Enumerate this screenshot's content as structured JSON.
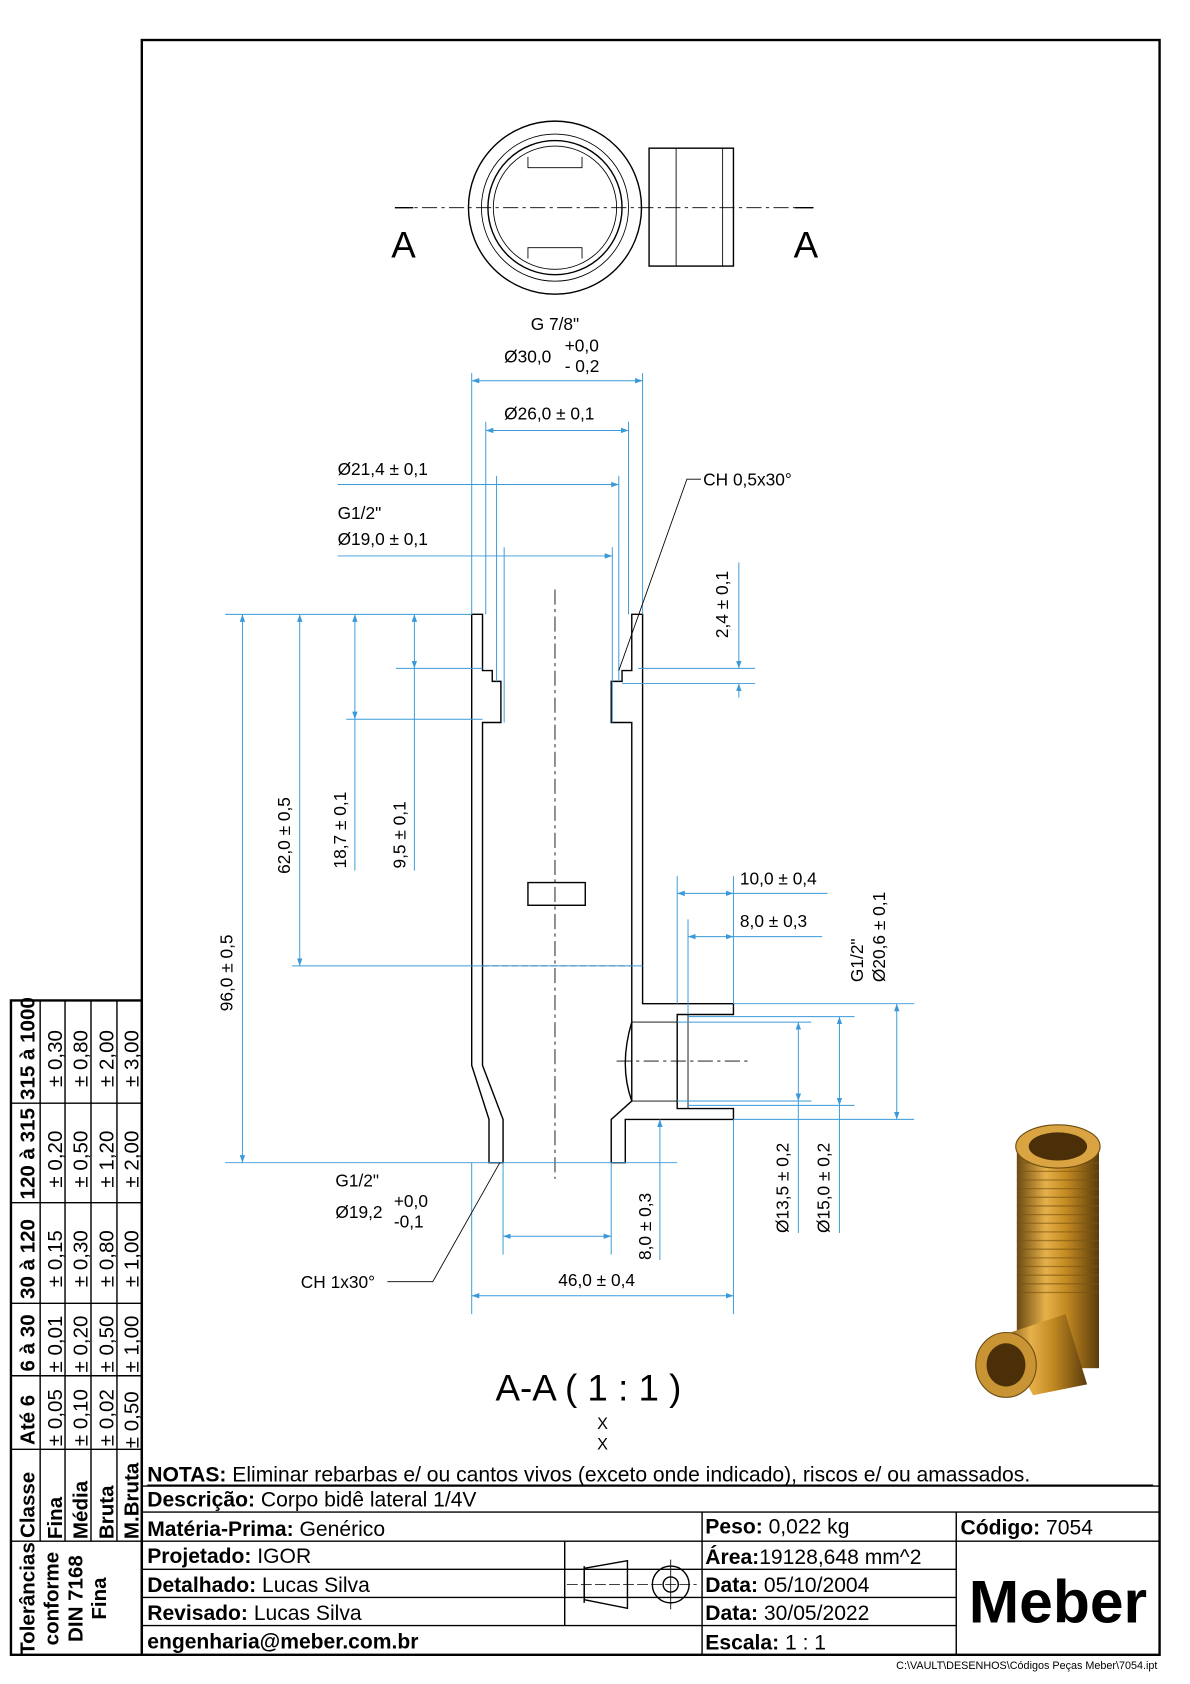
{
  "top_view": {
    "section_label_left": "A",
    "section_label_right": "A"
  },
  "dimensions": {
    "thread_top": "G 7/8\"",
    "d30": "Ø30,0",
    "d30_upper": "+0,0",
    "d30_lower": "- 0,2",
    "d26": "Ø26,0 ± 0,1",
    "d21": "Ø21,4 ± 0,1",
    "thread_inner": "G1/2\"",
    "d19": "Ø19,0 ± 0,1",
    "chamfer_top": "CH 0,5x30°",
    "h24": "2,4 ± 0,1",
    "h96": "96,0 ± 0,5",
    "h62": "62,0 ± 0,5",
    "h187": "18,7 ± 0,1",
    "h95": "9,5 ± 0,1",
    "w10": "10,0 ± 0,4",
    "w8": "8,0 ± 0,3",
    "side_thread": "G1/2\"",
    "d206": "Ø20,6 ± 0,1",
    "d135": "Ø13,5 ± 0,2",
    "d15": "Ø15,0 ± 0,2",
    "h8": "8,0 ± 0,3",
    "bottom_thread": "G1/2\"",
    "d192": "Ø19,2",
    "d192_upper": "+0,0",
    "d192_lower": "-0,1",
    "chamfer_bottom": "CH 1x30°",
    "w46": "46,0 ± 0,4"
  },
  "section_title": "A-A ( 1 : 1 )",
  "marks": [
    "X",
    "X"
  ],
  "tolerances": {
    "title_lines": [
      "Tolerâncias",
      "conforme",
      "DIN 7168",
      "Fina"
    ],
    "header": [
      "Classe",
      "Até 6",
      "6 à 30",
      "30 à 120",
      "120 à 315",
      "315 à 1000"
    ],
    "rows": [
      [
        "Fina",
        "± 0,05",
        "± 0,01",
        "± 0,15",
        "± 0,20",
        "± 0,30"
      ],
      [
        "Média",
        "± 0,10",
        "± 0,20",
        "± 0,30",
        "± 0,50",
        "± 0,80"
      ],
      [
        "Bruta",
        "± 0,02",
        "± 0,50",
        "± 0,80",
        "± 1,20",
        "± 2,00"
      ],
      [
        "M.Bruta",
        "± 0,50",
        "± 1,00",
        "± 1,00",
        "± 2,00",
        "± 3,00"
      ]
    ]
  },
  "title_block": {
    "notes_label": "NOTAS:",
    "notes": "Eliminar rebarbas e/ ou cantos vivos (exceto onde indicado), riscos e/ ou amassados.",
    "descricao_label": "Descrição:",
    "descricao": "Corpo bidê lateral 1/4V",
    "materia_label": "Matéria-Prima:",
    "materia": "Genérico",
    "peso_label": "Peso:",
    "peso": "0,022 kg",
    "codigo_label": "Código:",
    "codigo": "7054",
    "projetado_label": "Projetado:",
    "projetado": "IGOR",
    "area_label": "Área:",
    "area": "19128,648 mm^2",
    "detalhado_label": "Detalhado:",
    "detalhado": "Lucas Silva",
    "data1_label": "Data:",
    "data1": "05/10/2004",
    "revisado_label": "Revisado:",
    "revisado": "Lucas Silva",
    "data2_label": "Data:",
    "data2": "30/05/2022",
    "email": "engenharia@meber.com.br",
    "escala_label": "Escala:",
    "escala": "1 : 1",
    "logo": "Meber",
    "file_path": "C:\\VAULT\\DESENHOS\\Códigos Peças Meber\\7054.ipt"
  },
  "colors": {
    "dimension": "#3a9ad9",
    "hatch": "#3c9a2a",
    "brass": "#b8860b"
  }
}
